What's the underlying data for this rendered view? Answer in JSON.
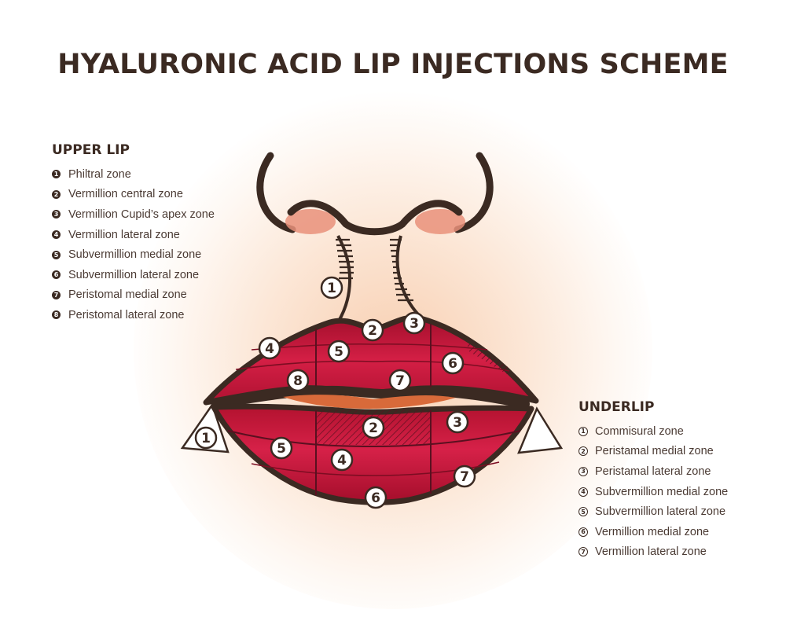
{
  "title": "HYALURONIC ACID LIP INJECTIONS SCHEME",
  "upper_lip": {
    "heading": "UPPER LIP",
    "items": [
      {
        "num": "1",
        "label": "Philtral zone"
      },
      {
        "num": "2",
        "label": "Vermillion central zone"
      },
      {
        "num": "3",
        "label": "Vermillion Cupid’s apex zone"
      },
      {
        "num": "4",
        "label": "Vermillion lateral zone"
      },
      {
        "num": "5",
        "label": "Subvermillion medial zone"
      },
      {
        "num": "6",
        "label": "Subvermillion lateral zone"
      },
      {
        "num": "7",
        "label": "Peristomal medial zone"
      },
      {
        "num": "8",
        "label": "Peristomal lateral zone"
      }
    ]
  },
  "underlip": {
    "heading": "UNDERLIP",
    "items": [
      {
        "num": "1",
        "label": "Commisural zone"
      },
      {
        "num": "2",
        "label": "Peristamal medial zone"
      },
      {
        "num": "3",
        "label": "Peristamal lateral zone"
      },
      {
        "num": "4",
        "label": "Subvermillion medial zone"
      },
      {
        "num": "5",
        "label": "Subvermillion lateral zone"
      },
      {
        "num": "6",
        "label": "Vermillion medial zone"
      },
      {
        "num": "7",
        "label": "Vermillion lateral zone"
      }
    ]
  },
  "diagram_markers": {
    "upper": [
      "1",
      "2",
      "3",
      "4",
      "5",
      "6",
      "7",
      "8"
    ],
    "lower": [
      "1",
      "2",
      "3",
      "4",
      "5",
      "6",
      "7"
    ]
  },
  "side_id": "Adobe Stock | #317519939",
  "colors": {
    "text": "#3b2a22",
    "lip_red": "#c8173a",
    "lip_dark": "#8e0c24",
    "skin_glow": "#f5be96",
    "outline": "#3b2a22"
  }
}
